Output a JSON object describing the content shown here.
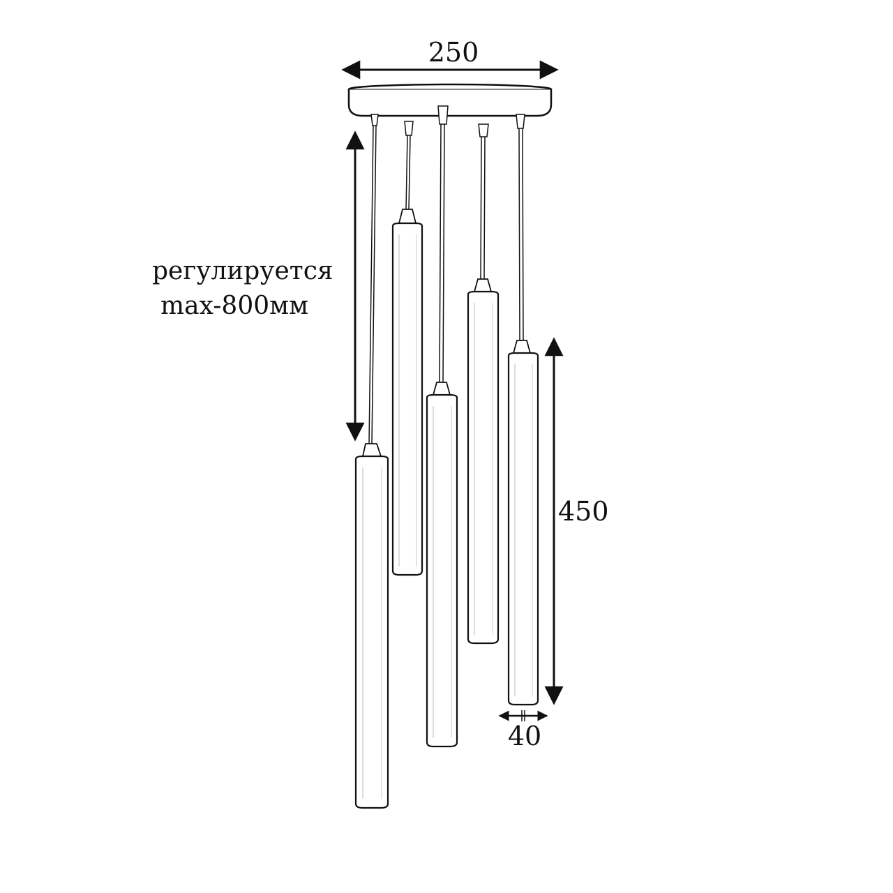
{
  "dimensions": {
    "canopy_width": "250",
    "pendant_length": "450",
    "pendant_diameter": "40",
    "cable_note_line1": "регулируется",
    "cable_note_line2": "max-800мм"
  },
  "colors": {
    "line": "#111111",
    "background": "#ffffff"
  }
}
